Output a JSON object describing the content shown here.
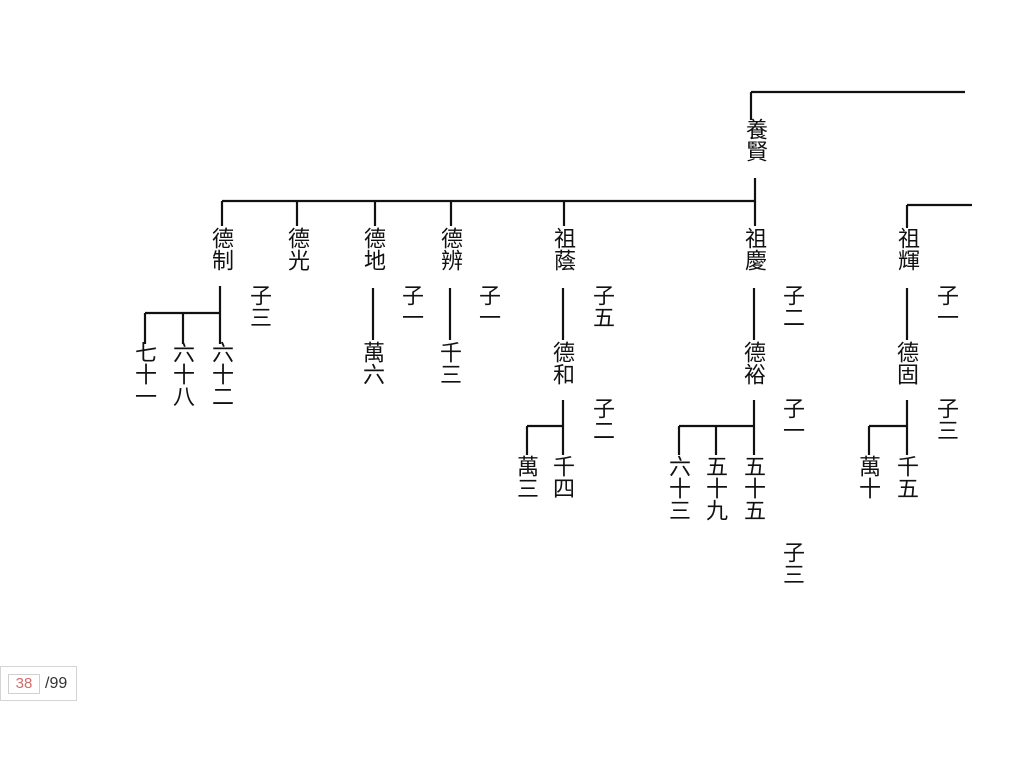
{
  "tree": {
    "top": "養賢",
    "children": [
      {
        "name": "德制",
        "sons": "子三",
        "children": [
          {
            "name": "六十二"
          },
          {
            "name": "六十八"
          },
          {
            "name": "七十一"
          }
        ]
      },
      {
        "name": "德光"
      },
      {
        "name": "德地",
        "sons": "子一",
        "children": [
          {
            "name": "萬六"
          }
        ]
      },
      {
        "name": "德辨",
        "sons": "子一",
        "children": [
          {
            "name": "千三"
          }
        ]
      },
      {
        "name": "祖蔭",
        "sons": "子五",
        "children": [
          {
            "name": "德和",
            "sons": "子二",
            "children": [
              {
                "name": "千四"
              },
              {
                "name": "萬三"
              }
            ]
          }
        ]
      },
      {
        "name": "祖慶",
        "sons": "子二",
        "children": [
          {
            "name": "德裕",
            "sons": "子一",
            "children": [
              {
                "name": "五十五",
                "sons": "子三"
              },
              {
                "name": "五十九"
              },
              {
                "name": "六十三"
              }
            ]
          }
        ]
      }
    ],
    "right_branch": {
      "name": "祖輝",
      "sons": "子一",
      "children": [
        {
          "name": "德固",
          "sons": "子三",
          "children": [
            {
              "name": "千五"
            },
            {
              "name": "萬十"
            }
          ]
        }
      ]
    }
  },
  "pager": {
    "current": "38",
    "total": "/99"
  }
}
